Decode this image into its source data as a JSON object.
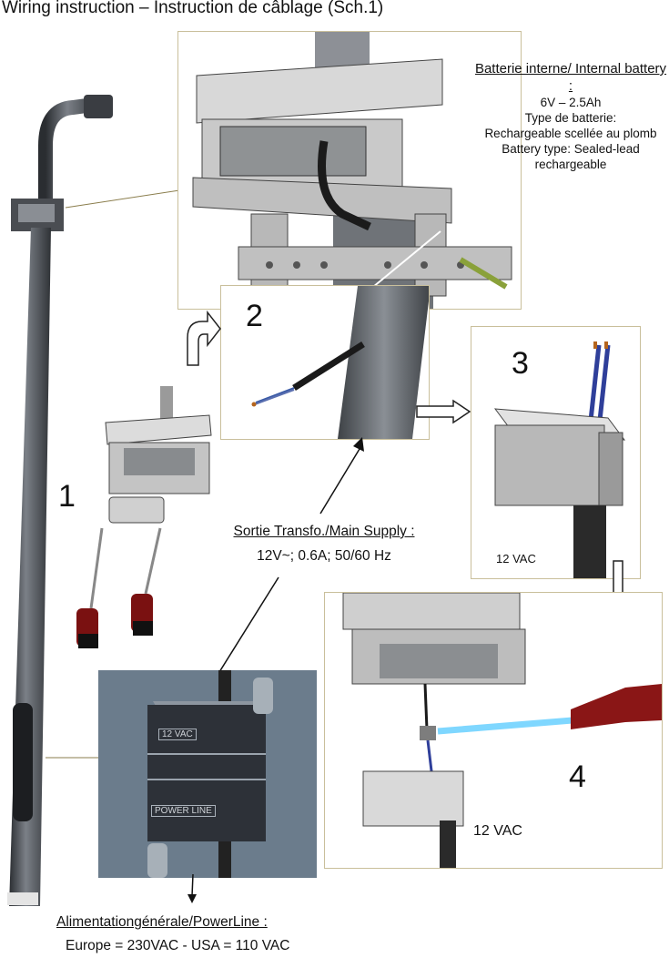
{
  "title": "Wiring instruction – Instruction de câblage (Sch.1)",
  "battery": {
    "heading": "Batterie interne/ Internal battery :",
    "lines": [
      "6V – 2.5Ah",
      "Type de batterie:",
      "Rechargeable scellée au plomb",
      "Battery type: Sealed-lead rechargeable"
    ]
  },
  "steps": [
    "1",
    "2",
    "3",
    "4"
  ],
  "supply": {
    "heading": "Sortie Transfo./Main Supply :",
    "value": "12V~; 0.6A; 50/60 Hz"
  },
  "step3_label": "12 VAC",
  "step4_label": "12 VAC",
  "junction_box_labels": [
    "12 VAC",
    "POWER LINE"
  ],
  "power": {
    "heading": "Alimentationgénérale/PowerLine :",
    "value": "Europe  = 230VAC - USA = 110 VAC"
  }
}
